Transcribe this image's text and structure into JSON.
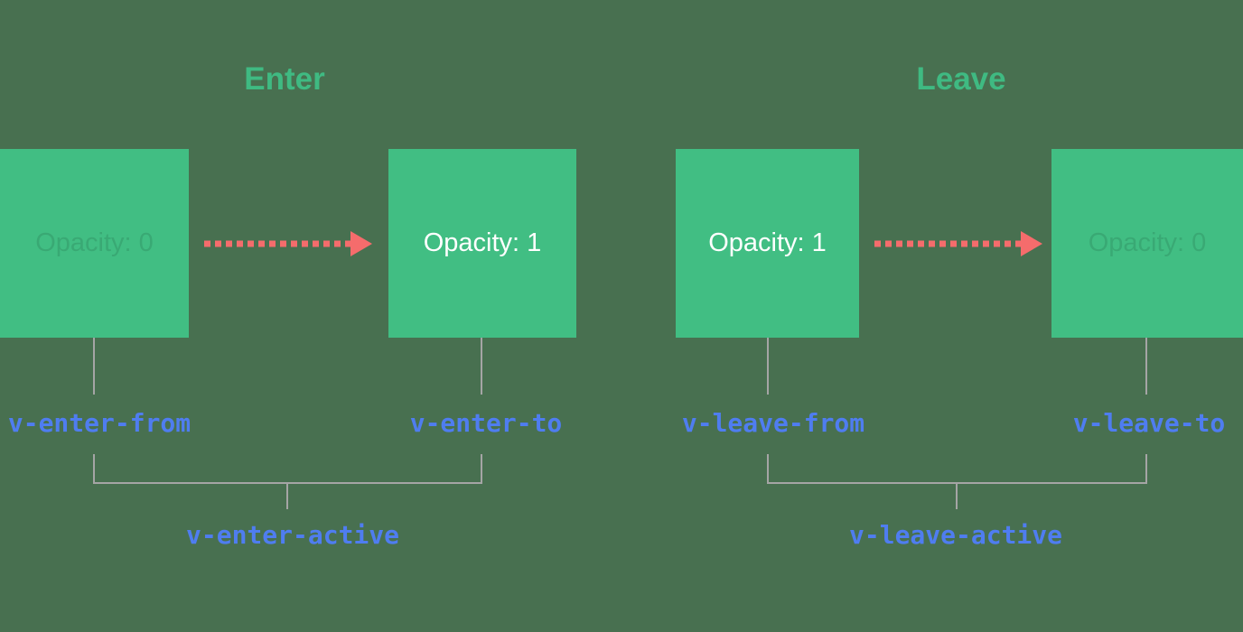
{
  "colors": {
    "background": "#487050",
    "box_green": "#41BE83",
    "title_green": "#3FBA82",
    "arrow_red": "#F56C6C",
    "class_label_blue": "#4F7DF0",
    "connector_gray": "#A5A5A5",
    "box_text_white": "#FFFFFF"
  },
  "sections": {
    "enter": {
      "title": "Enter",
      "from_label": "Opacity: 0",
      "to_label": "Opacity: 1",
      "from_class": "v-enter-from",
      "to_class": "v-enter-to",
      "active_class": "v-enter-active"
    },
    "leave": {
      "title": "Leave",
      "from_label": "Opacity: 1",
      "to_label": "Opacity: 0",
      "from_class": "v-leave-from",
      "to_class": "v-leave-to",
      "active_class": "v-leave-active"
    }
  }
}
